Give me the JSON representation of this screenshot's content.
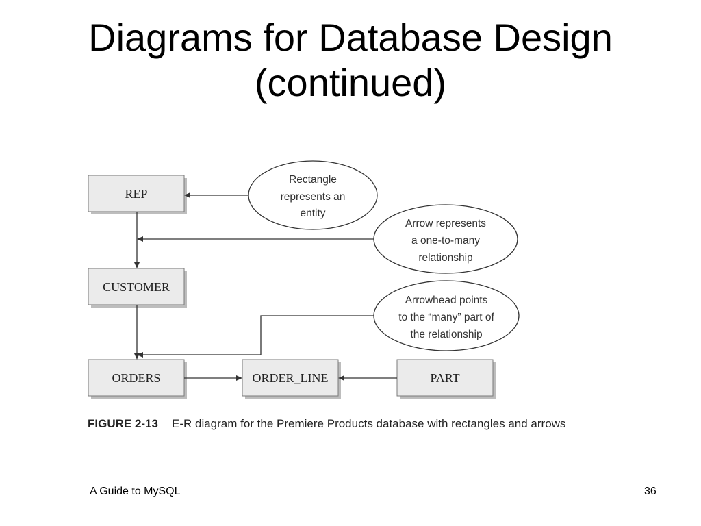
{
  "slide": {
    "title_line1": "Diagrams for Database Design",
    "title_line2": "(continued)"
  },
  "diagram": {
    "entities": {
      "rep": "REP",
      "customer": "CUSTOMER",
      "orders": "ORDERS",
      "order_line": "ORDER_LINE",
      "part": "PART"
    },
    "callouts": {
      "rectangle": [
        "Rectangle",
        "represents an",
        "entity"
      ],
      "arrow": [
        "Arrow represents",
        "a one-to-many",
        "relationship"
      ],
      "arrowhead": [
        "Arrowhead points",
        "to the “many” part of",
        "the relationship"
      ]
    }
  },
  "figure": {
    "number": "FIGURE 2-13",
    "caption": "E-R diagram for the Premiere Products database with rectangles and arrows"
  },
  "footer": {
    "left": "A Guide to MySQL",
    "page_number": "36"
  }
}
